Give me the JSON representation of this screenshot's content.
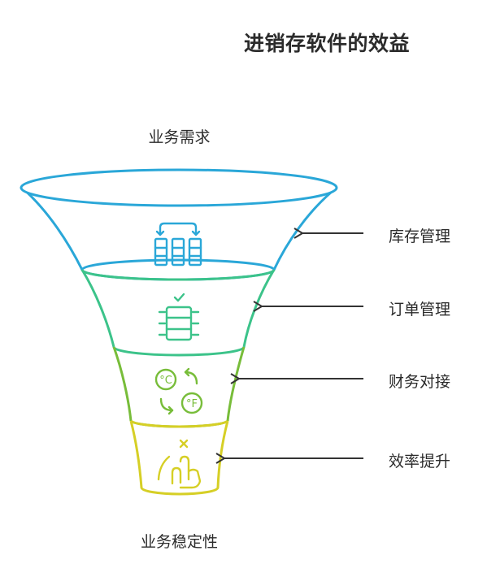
{
  "title": "进销存软件的效益",
  "top_label": "业务需求",
  "bottom_label": "业务稳定性",
  "stages": [
    {
      "label": "库存管理",
      "icon": "warehouse-transfer-icon",
      "color": "#2aa7d8"
    },
    {
      "label": "订单管理",
      "icon": "order-list-check-icon",
      "color": "#3cc38a"
    },
    {
      "label": "财务对接",
      "icon": "currency-exchange-icon",
      "color": "#78bd3a"
    },
    {
      "label": "效率提升",
      "icon": "tap-hand-icon",
      "color": "#d6cf26"
    }
  ]
}
